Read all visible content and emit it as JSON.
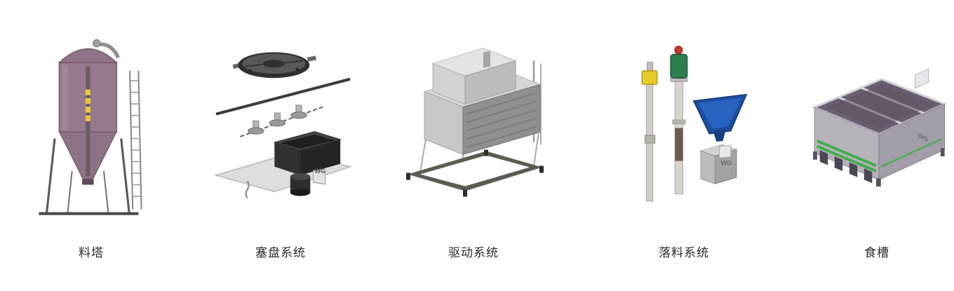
{
  "logo_text": "WG",
  "products": [
    {
      "id": "feed-silo",
      "label": "料塔"
    },
    {
      "id": "plug-disc-system",
      "label": "塞盘系统"
    },
    {
      "id": "drive-system",
      "label": "驱动系统"
    },
    {
      "id": "drop-feed-system",
      "label": "落料系统"
    },
    {
      "id": "feed-trough",
      "label": "食槽"
    }
  ],
  "colors": {
    "silo_body": "#96798c",
    "hopper_blue": "#1d4e9e",
    "motor_green": "#2e7d4f",
    "trough_purple": "#6a5f70",
    "label_text": "#2b2b2b",
    "background": "#ffffff"
  }
}
